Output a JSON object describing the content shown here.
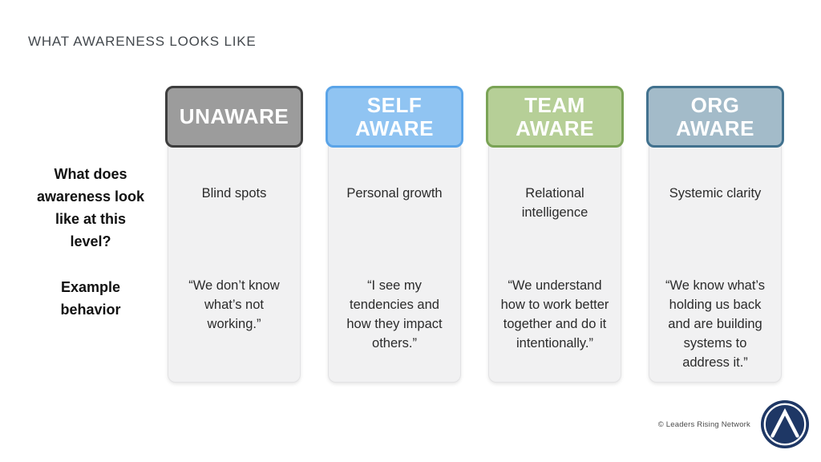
{
  "slide": {
    "title": "WHAT AWARENESS LOOKS LIKE",
    "row_labels": {
      "level_question": "What does\nawareness look\nlike at this\nlevel?",
      "example_behavior": "Example\nbehavior"
    },
    "columns": [
      {
        "header": "UNAWARE",
        "level": "Blind spots",
        "behavior": "“We don’t know\nwhat’s not\nworking.”",
        "colors": {
          "fill": "#9c9c9c",
          "border": "#3d3d3d"
        }
      },
      {
        "header": "SELF\nAWARE",
        "level": "Personal growth",
        "behavior": "“I see my\ntendencies and\nhow they impact\nothers.”",
        "colors": {
          "fill": "#90c4f2",
          "border": "#5aa4e8"
        }
      },
      {
        "header": "TEAM\nAWARE",
        "level": "Relational\nintelligence",
        "behavior": "“We understand\nhow to work better\ntogether and do it\nintentionally.”",
        "colors": {
          "fill": "#b6cf97",
          "border": "#7aa355"
        }
      },
      {
        "header": "ORG\nAWARE",
        "level": "Systemic clarity",
        "behavior": "“We know what’s\nholding us back\nand are building\nsystems to\naddress it.”",
        "colors": {
          "fill": "#a3bbc9",
          "border": "#41718e"
        }
      }
    ],
    "footer": {
      "copyright": "© Leaders Rising Network",
      "logo_color": "#1e3765"
    }
  }
}
